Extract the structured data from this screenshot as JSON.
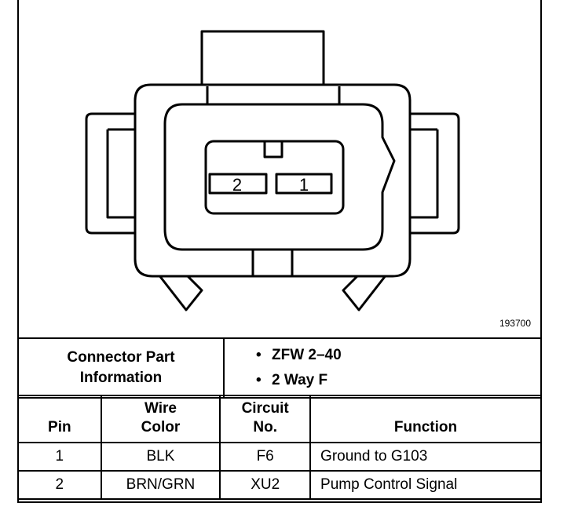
{
  "figure_id": "193700",
  "connector": {
    "terminal_labels": [
      "2",
      "1"
    ]
  },
  "part_info": {
    "label_line1": "Connector Part",
    "label_line2": "Information",
    "items": [
      "ZFW 2–40",
      "2 Way F"
    ]
  },
  "pin_table": {
    "headers": {
      "pin": "Pin",
      "wire_color_line1": "Wire",
      "wire_color_line2": "Color",
      "circuit_line1": "Circuit",
      "circuit_line2": "No.",
      "function": "Function"
    },
    "rows": [
      {
        "pin": "1",
        "wire_color": "BLK",
        "circuit": "F6",
        "function": "Ground to G103"
      },
      {
        "pin": "2",
        "wire_color": "BRN/GRN",
        "circuit": "XU2",
        "function": "Pump Control Signal"
      }
    ]
  }
}
